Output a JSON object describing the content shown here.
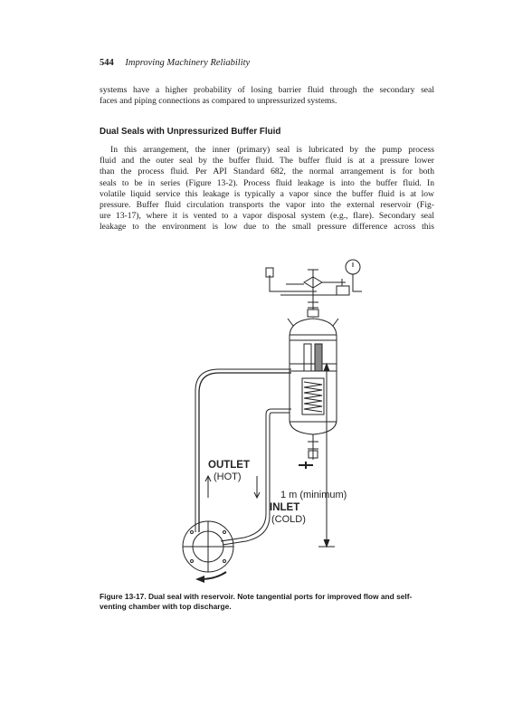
{
  "header": {
    "page_number": "544",
    "running_title": "Improving Machinery Reliability"
  },
  "paragraph_1": {
    "lines": [
      "systems have a higher probability of losing barrier fluid through the secondary seal",
      "faces and piping connections as compared to unpressurized systems."
    ]
  },
  "section_heading": "Dual Seals with Unpressurized Buffer Fluid",
  "paragraph_2": {
    "lines": [
      "In this arrangement, the inner (primary) seal is lubricated by the pump process",
      "fluid and the outer seal by the buffer fluid. The buffer fluid is at a pressure lower",
      "than the process fluid. Per API Standard 682, the normal arrangement is for both",
      "seals to be in series (Figure 13-2). Process fluid leakage is into the buffer fluid. In",
      "volatile liquid service this leakage is typically a vapor since the buffer fluid is at low",
      "pressure. Buffer fluid circulation transports the vapor into the external reservoir (Fig-",
      "ure 13-17), where it is vented to a vapor disposal system (e.g., flare). Secondary seal",
      "leakage to the environment is low due to the small pressure difference across this"
    ]
  },
  "figure": {
    "outlet_label": "OUTLET",
    "outlet_sub": "(HOT)",
    "inlet_label": "INLET",
    "inlet_sub": "(COLD)",
    "dimension_label": "1 m (minimum)"
  },
  "caption": {
    "lines": [
      "Figure 13-17. Dual seal with reservoir. Note tangential ports for improved flow and self-",
      "venting chamber with top discharge."
    ]
  }
}
